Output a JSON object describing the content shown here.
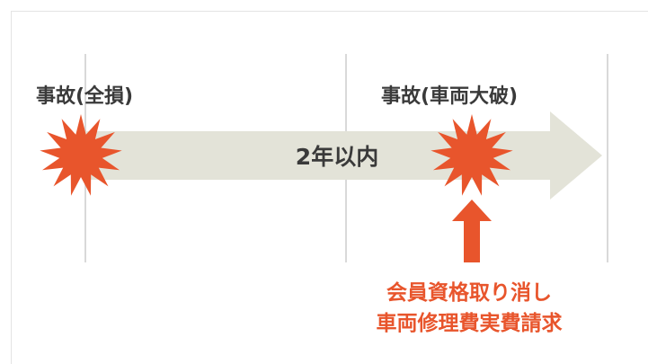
{
  "events": {
    "left_label": "事故(全損)",
    "right_label": "事故(車両大破)"
  },
  "timeline": {
    "period_label": "2年以内"
  },
  "note": {
    "line1": "会員資格取り消し",
    "line2": "車両修理費実費請求"
  },
  "colors": {
    "accent": "#e8552c",
    "arrow": "#e3e3d8",
    "divider": "#d9d9d9",
    "text": "#3a3a3a"
  }
}
